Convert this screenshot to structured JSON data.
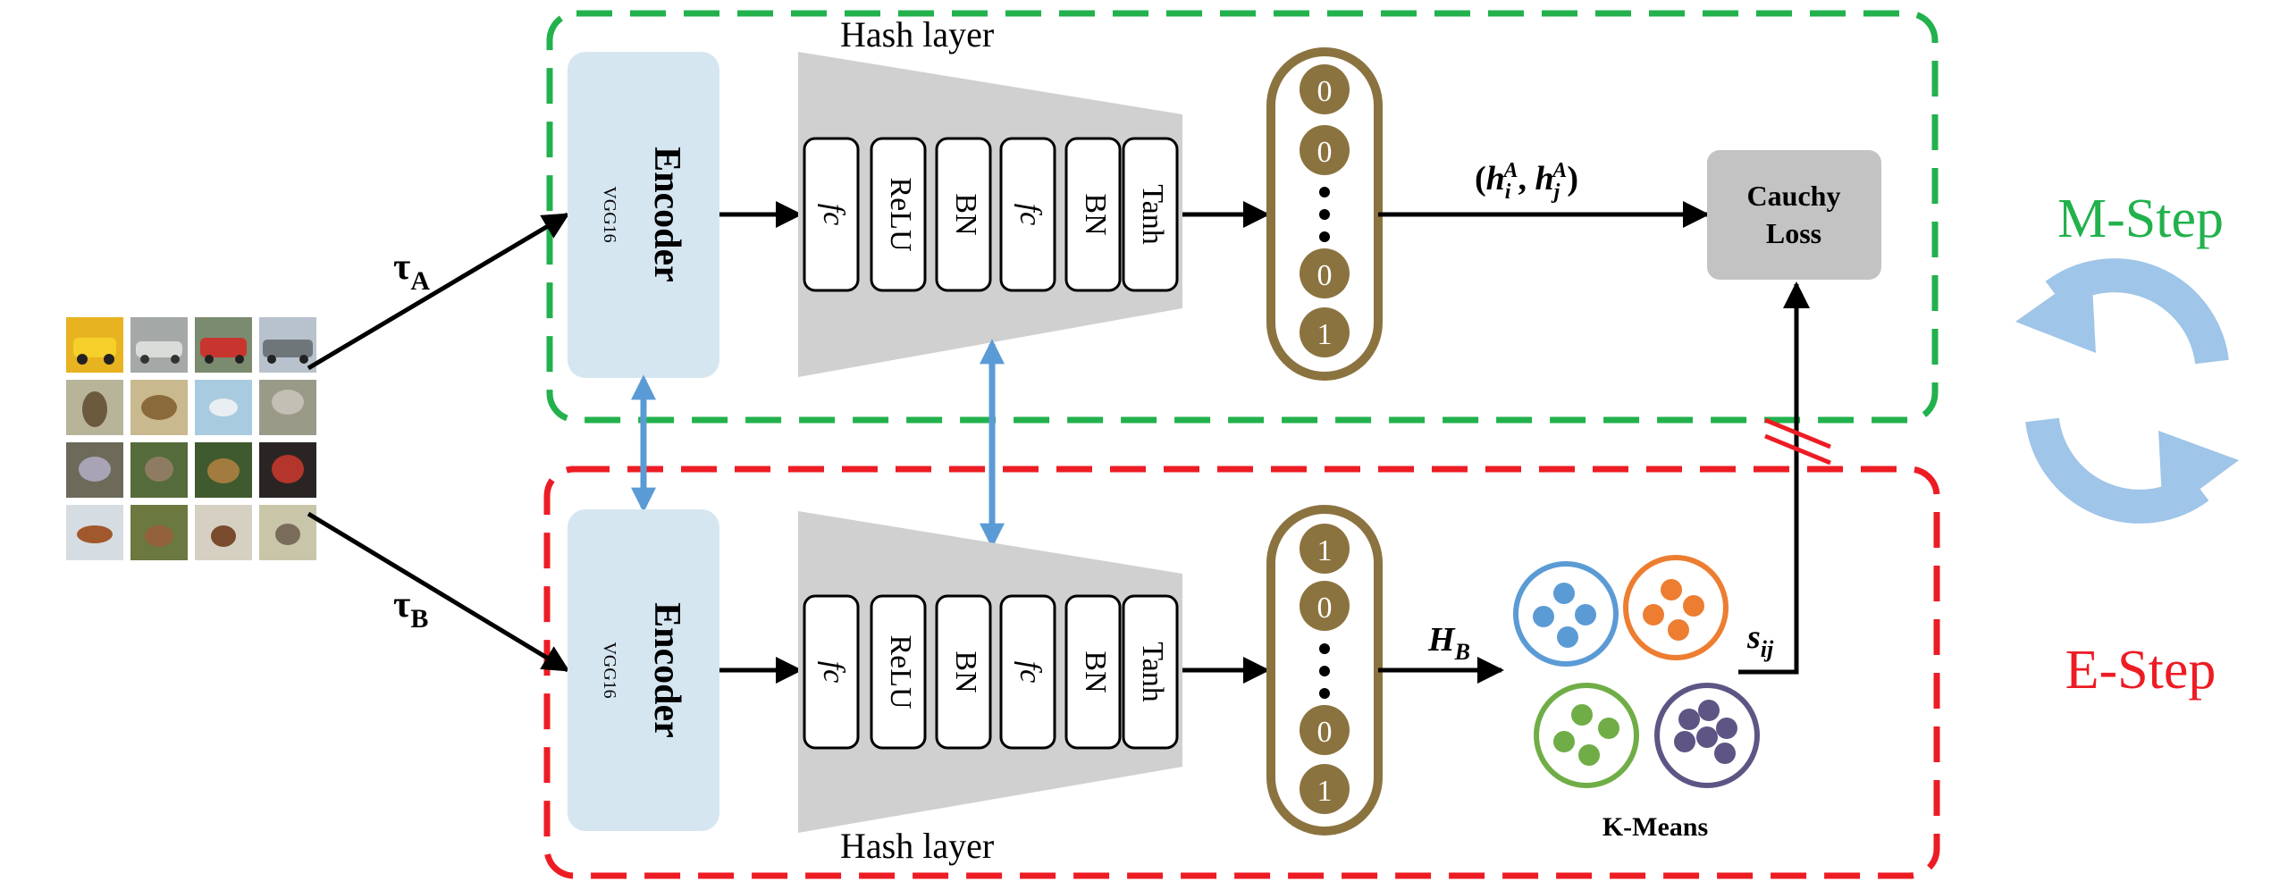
{
  "top_branch": {
    "hash_layer_label": "Hash layer",
    "encoder": {
      "label": "Encoder",
      "sublabel": "VGG16"
    },
    "hash_blocks": [
      "fc",
      "ReLU",
      "BN",
      "fc",
      "BN",
      "Tanh"
    ],
    "code_bits": [
      "0",
      "0",
      "0",
      "1"
    ],
    "pair_label": {
      "open": "(",
      "h": "h",
      "i": "i",
      "A1": "A",
      "comma": ", ",
      "h2": "h",
      "j": "j",
      "A2": "A",
      "close": ")"
    },
    "loss": {
      "line1": "Cauchy",
      "line2": "Loss"
    },
    "tau": {
      "sym": "τ",
      "sub": "A"
    }
  },
  "bottom_branch": {
    "hash_layer_label": "Hash layer",
    "encoder": {
      "label": "Encoder",
      "sublabel": "VGG16"
    },
    "hash_blocks": [
      "fc",
      "ReLU",
      "BN",
      "fc",
      "BN",
      "Tanh"
    ],
    "code_bits": [
      "1",
      "0",
      "0",
      "1"
    ],
    "H_label": {
      "H": "H",
      "sub": "B"
    },
    "s_label": {
      "s": "s",
      "sub": "ij"
    },
    "kmeans_label": "K-Means",
    "tau": {
      "sym": "τ",
      "sub": "B"
    }
  },
  "steps": {
    "m_step": "M-Step",
    "e_step": "E-Step"
  },
  "colors": {
    "m_step": "#22b14c",
    "e_step": "#ed1c24",
    "encoder_fill": "#d6e6f0",
    "funnel": "#d0d0d0",
    "code_ring": "#8b7340",
    "loss_fill": "#c3c3c3",
    "shared_arrow": "#5b9bd5",
    "cycle": "#9fc5e8",
    "cluster_blue": "#5b9bd5",
    "cluster_orange": "#ed7d31",
    "cluster_green": "#70ad47",
    "cluster_purple": "#5e5585"
  }
}
